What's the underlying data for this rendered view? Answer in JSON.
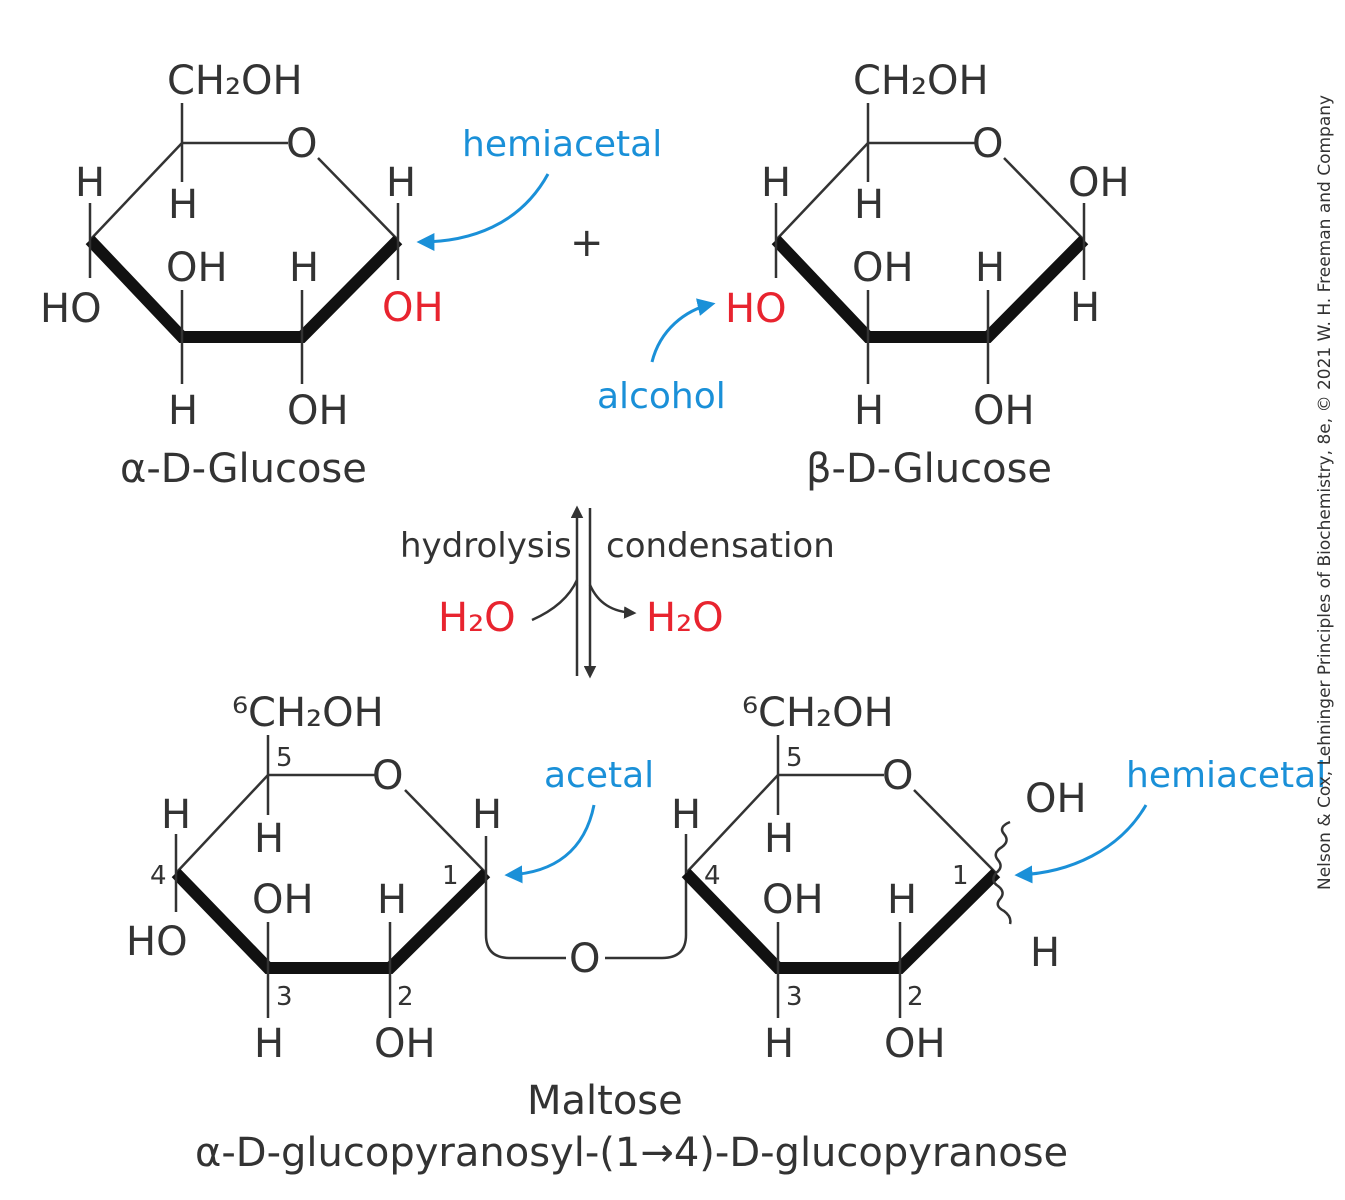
{
  "top": {
    "alpha": {
      "atoms": {
        "ch2oh": "CH₂OH",
        "ring_o": "O",
        "h_c5": "H",
        "h_c4": "H",
        "h_c1": "H",
        "ho_c4": "HO",
        "oh_c3": "OH",
        "h_c2": "H",
        "oh_c1": "OH",
        "h_c3": "H",
        "oh_c2": "OH"
      },
      "name": "α-D-Glucose"
    },
    "plus": "+",
    "beta": {
      "atoms": {
        "ch2oh": "CH₂OH",
        "ring_o": "O",
        "h_c4": "H",
        "h_c5": "H",
        "oh_c1": "OH",
        "ho_c4": "HO",
        "oh_c3": "OH",
        "h_c2": "H",
        "h_c1": "H",
        "h_c3": "H",
        "oh_c2": "OH"
      },
      "name": "β-D-Glucose"
    },
    "labels": {
      "hemiacetal": "hemiacetal",
      "alcohol": "alcohol"
    }
  },
  "reaction": {
    "hydrolysis": "hydrolysis",
    "condensation": "condensation",
    "water_left": "H₂O",
    "water_right": "H₂O"
  },
  "maltose": {
    "left_ring": {
      "ch2oh": "⁶CH₂OH",
      "ring_o": "O",
      "h_c4": "H",
      "h_c5": "H",
      "h_c1": "H",
      "ho_c4": "HO",
      "oh_c3": "OH",
      "h_c2": "H",
      "h_c3": "H",
      "oh_c2": "OH",
      "num_5": "5",
      "num_4": "4",
      "num_1": "1",
      "num_3": "3",
      "num_2": "2"
    },
    "bridge_o": "O",
    "right_ring": {
      "ch2oh": "⁶CH₂OH",
      "ring_o": "O",
      "h_c4": "H",
      "h_c5": "H",
      "oh_c1": "OH",
      "h_c1": "H",
      "oh_c3": "OH",
      "h_c2": "H",
      "h_c3": "H",
      "oh_c2": "OH",
      "num_5": "5",
      "num_4": "4",
      "num_1": "1",
      "num_3": "3",
      "num_2": "2"
    },
    "labels": {
      "acetal": "acetal",
      "hemiacetal": "hemiacetal"
    },
    "name": "Maltose",
    "systematic_name": "α-D-glucopyranosyl-(1→4)-D-glucopyranose"
  },
  "credit": "Nelson & Cox, Lehninger Principles of Biochemistry, 8e, © 2021 W. H. Freeman and Company",
  "colors": {
    "text": "#333333",
    "highlight_red": "#e8242f",
    "annotation_blue": "#1a90d8",
    "wedge_black": "#111111"
  }
}
